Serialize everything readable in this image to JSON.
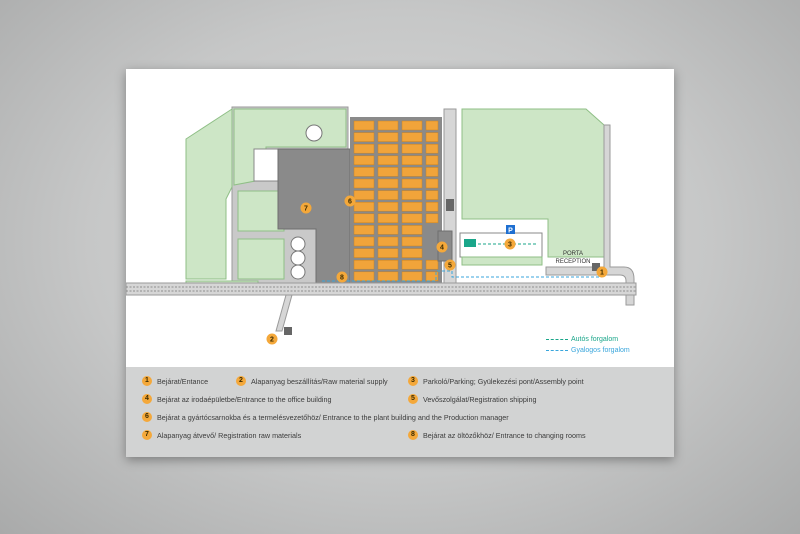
{
  "colors": {
    "green": "#cde6c6",
    "green_stroke": "#8fbf86",
    "building": "#8a8a8a",
    "rack": "#f1a43a",
    "marker": "#f4a83a",
    "vehicle": "#1aa68a",
    "pedestrian": "#3aa6dc",
    "parking": "#1e6fd1"
  },
  "map": {
    "reception_label_1": "PORTA",
    "reception_label_2": "RECEPTION",
    "parking_label": "P",
    "traffic": [
      {
        "label": "Autós forgalom",
        "color": "#1aa68a"
      },
      {
        "label": "Gyalogos forgalom",
        "color": "#3aa6dc"
      }
    ],
    "markers": [
      "1",
      "2",
      "3",
      "4",
      "5",
      "6",
      "7",
      "8"
    ]
  },
  "legend": [
    {
      "num": "1",
      "text": "Bejárat/Entance"
    },
    {
      "num": "2",
      "text": "Alapanyag beszállítás/Raw material supply"
    },
    {
      "num": "3",
      "text": "Parkoló/Parking; Gyülekezési pont/Assembly point"
    },
    {
      "num": "4",
      "text": "Bejárat az irodaépületbe/Entrance to the office building"
    },
    {
      "num": "5",
      "text": "Vevőszolgálat/Registration shipping"
    },
    {
      "num": "6",
      "text": "Bejárat a gyártócsarnokba és a termelésvezetőhöz/ Entrance to the plant building and the Production manager"
    },
    {
      "num": "7",
      "text": "Alapanyag átvevő/ Registration raw materials"
    },
    {
      "num": "8",
      "text": "Bejárat az öltözőkhöz/ Entrance to changing rooms"
    }
  ]
}
